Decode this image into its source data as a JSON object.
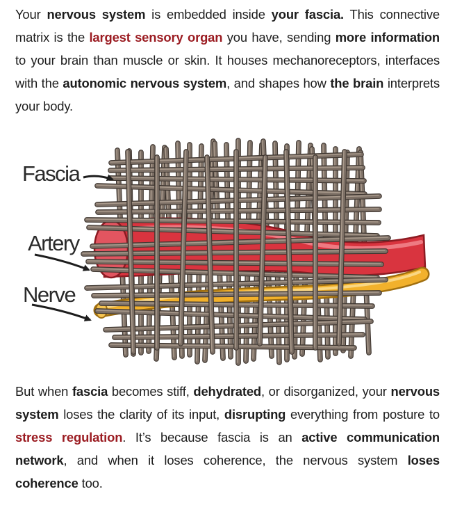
{
  "intro": {
    "t1": "Your ",
    "b1": "nervous system",
    "t2": " is embedded inside ",
    "b2": "your fascia.",
    "t3": " This connective matrix is the ",
    "h1": "largest sensory organ",
    "t4": " you have, sending ",
    "b3": "more information",
    "t5": " to your brain than muscle or skin. It houses mechanoreceptors, interfaces with the ",
    "b4": "autonomic nervous system",
    "t6": ", and shapes how ",
    "b5": "the brain",
    "t7": " interprets your body."
  },
  "figure": {
    "labels": {
      "fascia": "Fascia",
      "artery": "Artery",
      "nerve": "Nerve"
    },
    "colors": {
      "fascia": "#7d7066",
      "artery": "#d9343f",
      "nerve": "#f2b12c"
    }
  },
  "outro": {
    "t1": "But when ",
    "b1": "fascia",
    "t2": " becomes stiff, ",
    "b2": "dehydrated",
    "t3": ", or disorganized, your ",
    "b3": "nervous system",
    "t4": " loses the clarity of its input, ",
    "b4": "disrupting",
    "t5": " everything from posture to ",
    "h1": "stress regulation",
    "t6": ". It’s because fascia is an ",
    "b5": "active communication network",
    "t7": ", and when it loses coherence, the nervous system ",
    "b6": "loses coherence",
    "t8": " too."
  }
}
